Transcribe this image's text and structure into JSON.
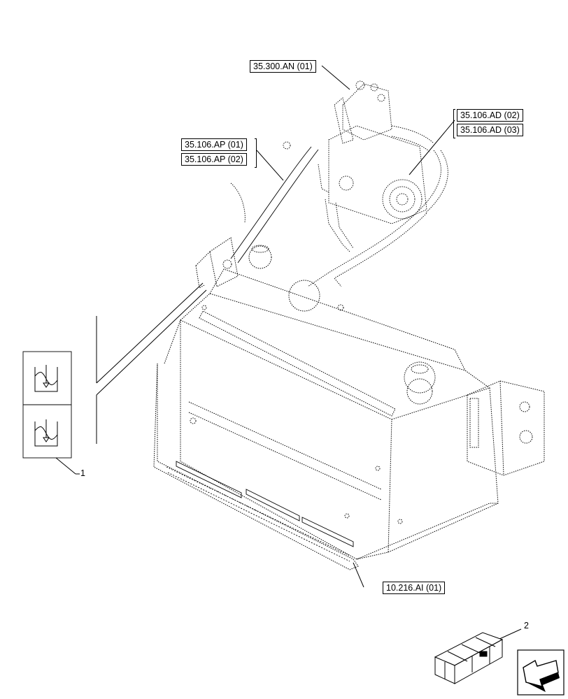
{
  "references": {
    "r1": "35.300.AN (01)",
    "r2": "35.106.AD (02)",
    "r3": "35.106.AD (03)",
    "r4": "35.106.AP (01)",
    "r5": "35.106.AP (02)",
    "r6": "10.216.AI (01)"
  },
  "callouts": {
    "c1": "1",
    "c2": "2"
  },
  "icons": {
    "fluid": "hydraulic-fluid-level-icon",
    "kit": "parts-kit-box-icon",
    "nav": "navigation-arrow-icon"
  }
}
